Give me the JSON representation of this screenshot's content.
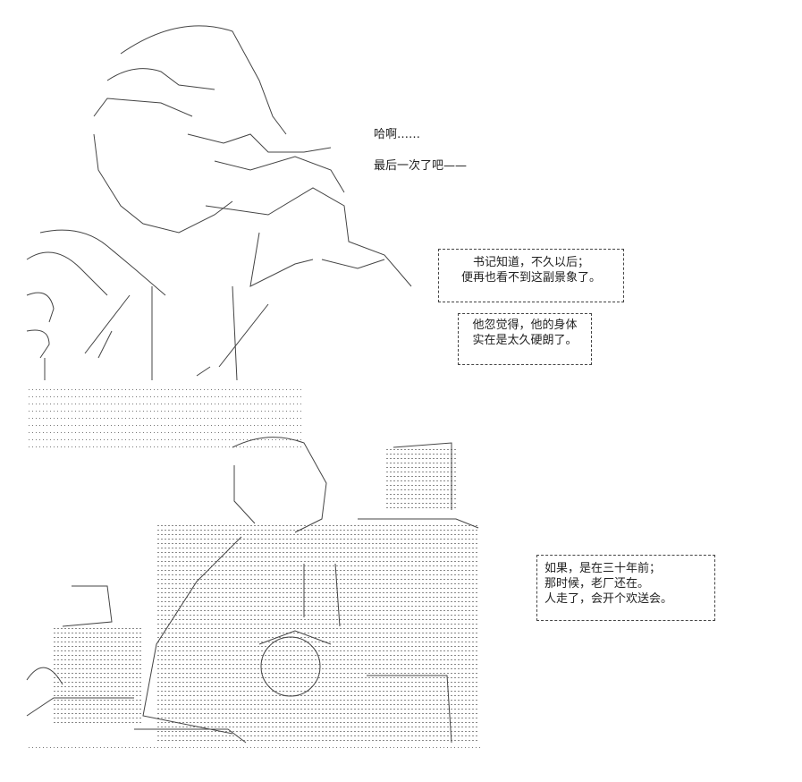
{
  "dialogue": [
    "哈啊……",
    "最后一次了吧——"
  ],
  "narration_boxes": [
    {
      "lines": [
        "书记知道，不久以后；",
        "便再也看不到这副景象了。"
      ]
    },
    {
      "lines": [
        "他忽觉得，他的身体",
        "实在是太久硬朗了。"
      ]
    },
    {
      "lines": [
        "如果，是在三十年前；",
        "那时候，老厂还在。",
        "人走了，会开个欢送会。"
      ]
    }
  ]
}
